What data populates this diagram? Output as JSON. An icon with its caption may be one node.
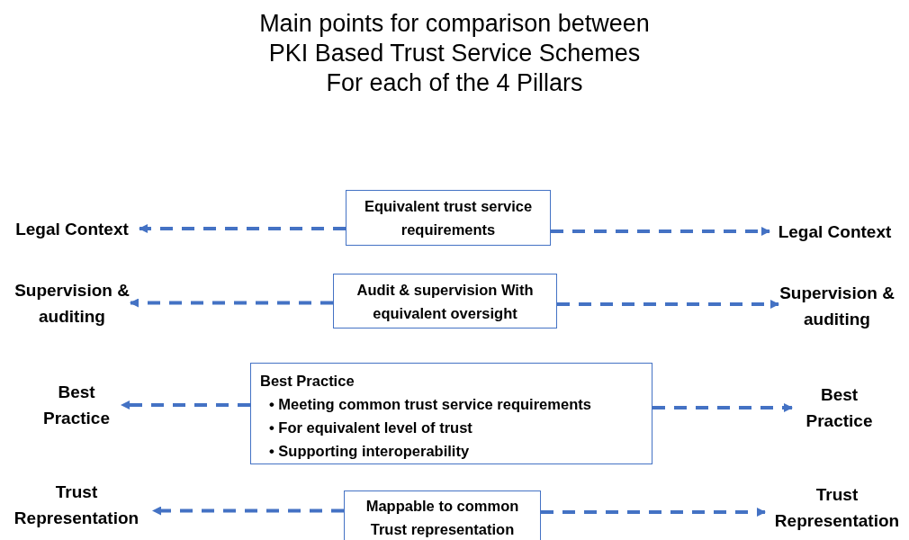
{
  "diagram": {
    "title": "Main points for comparison between PKI Based Trust Service Schemes For each of the 4 Pillars",
    "nodes": [
      {
        "text": [
          "Legal Context"
        ]
      },
      {
        "text": [
          "Equivalent trust service requirements"
        ]
      },
      {
        "text": [
          "Legal Context"
        ]
      },
      {
        "text": [
          "Supervision & auditing"
        ]
      },
      {
        "text": [
          "Audit & supervision With equivalent oversight"
        ]
      },
      {
        "text": [
          "Supervision & auditing"
        ]
      },
      {
        "text": [
          "Best Practice"
        ]
      },
      {
        "text": [
          "Best Practice",
          "• Meeting common trust service requirements",
          "• For equivalent level of trust",
          "• Supporting interoperability"
        ]
      },
      {
        "text": [
          "Best Practice"
        ]
      },
      {
        "text": [
          "Trust Representation"
        ]
      },
      {
        "text": [
          "Mappable to common Trust representation"
        ]
      },
      {
        "text": [
          "Trust Representation"
        ]
      }
    ],
    "edges": [
      {
        "from": 1,
        "to": 0,
        "arrow": "to",
        "style": "dashed"
      },
      {
        "from": 1,
        "to": 2,
        "arrow": "to",
        "style": "dashed"
      },
      {
        "from": 4,
        "to": 3,
        "arrow": "to",
        "style": "dashed"
      },
      {
        "from": 4,
        "to": 5,
        "arrow": "to",
        "style": "dashed"
      },
      {
        "from": 7,
        "to": 6,
        "arrow": "to",
        "style": "dashed"
      },
      {
        "from": 7,
        "to": 8,
        "arrow": "to",
        "style": "dashed"
      },
      {
        "from": 10,
        "to": 9,
        "arrow": "to",
        "style": "dashed"
      },
      {
        "from": 10,
        "to": 11,
        "arrow": "to",
        "style": "dashed"
      }
    ]
  }
}
